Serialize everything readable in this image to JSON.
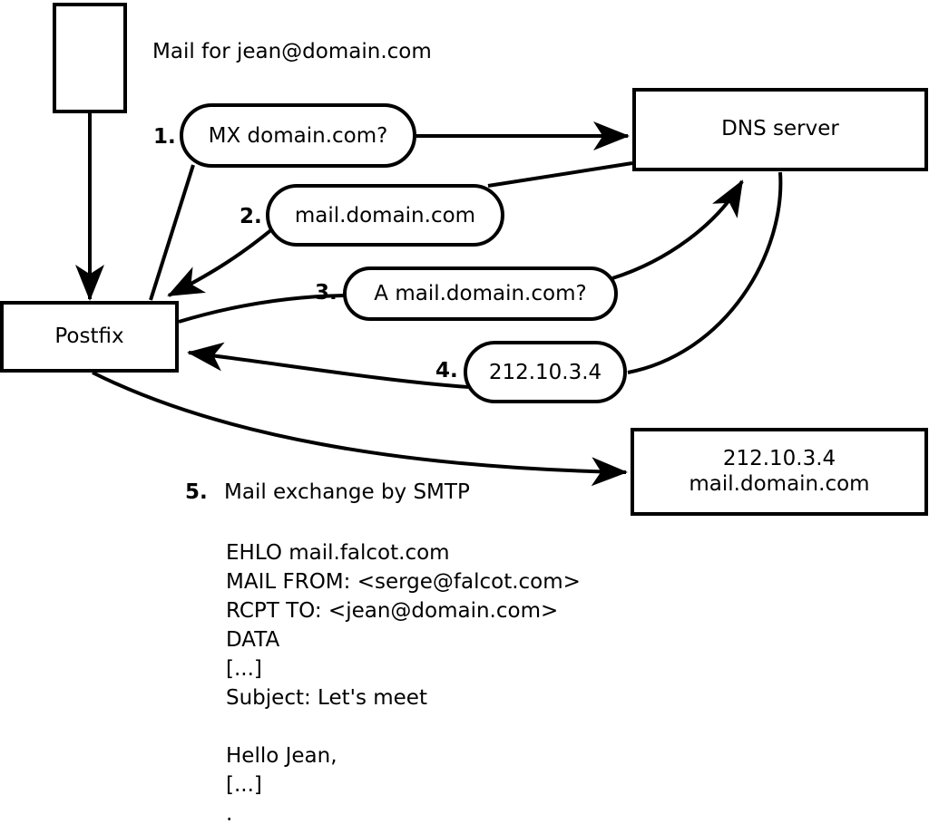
{
  "diagram": {
    "title_note": "Mail for jean@domain.com",
    "nodes": {
      "sender_box": "",
      "postfix": "Postfix",
      "dns_server": "DNS server",
      "destination_line1": "212.10.3.4",
      "destination_line2": "mail.domain.com"
    },
    "steps": [
      {
        "number": "1.",
        "label": "MX domain.com?"
      },
      {
        "number": "2.",
        "label": "mail.domain.com"
      },
      {
        "number": "3.",
        "label": "A mail.domain.com?"
      },
      {
        "number": "4.",
        "label": "212.10.3.4"
      },
      {
        "number": "5.",
        "label": "Mail exchange by SMTP"
      }
    ],
    "smtp_transcript": "EHLO mail.falcot.com\nMAIL FROM: <serge@falcot.com>\nRCPT TO: <jean@domain.com>\nDATA\n[...]\nSubject: Let's meet\n\nHello Jean,\n[...]\n.",
    "colors": {
      "stroke": "#000000",
      "fill": "#ffffff",
      "text": "#000000"
    }
  }
}
